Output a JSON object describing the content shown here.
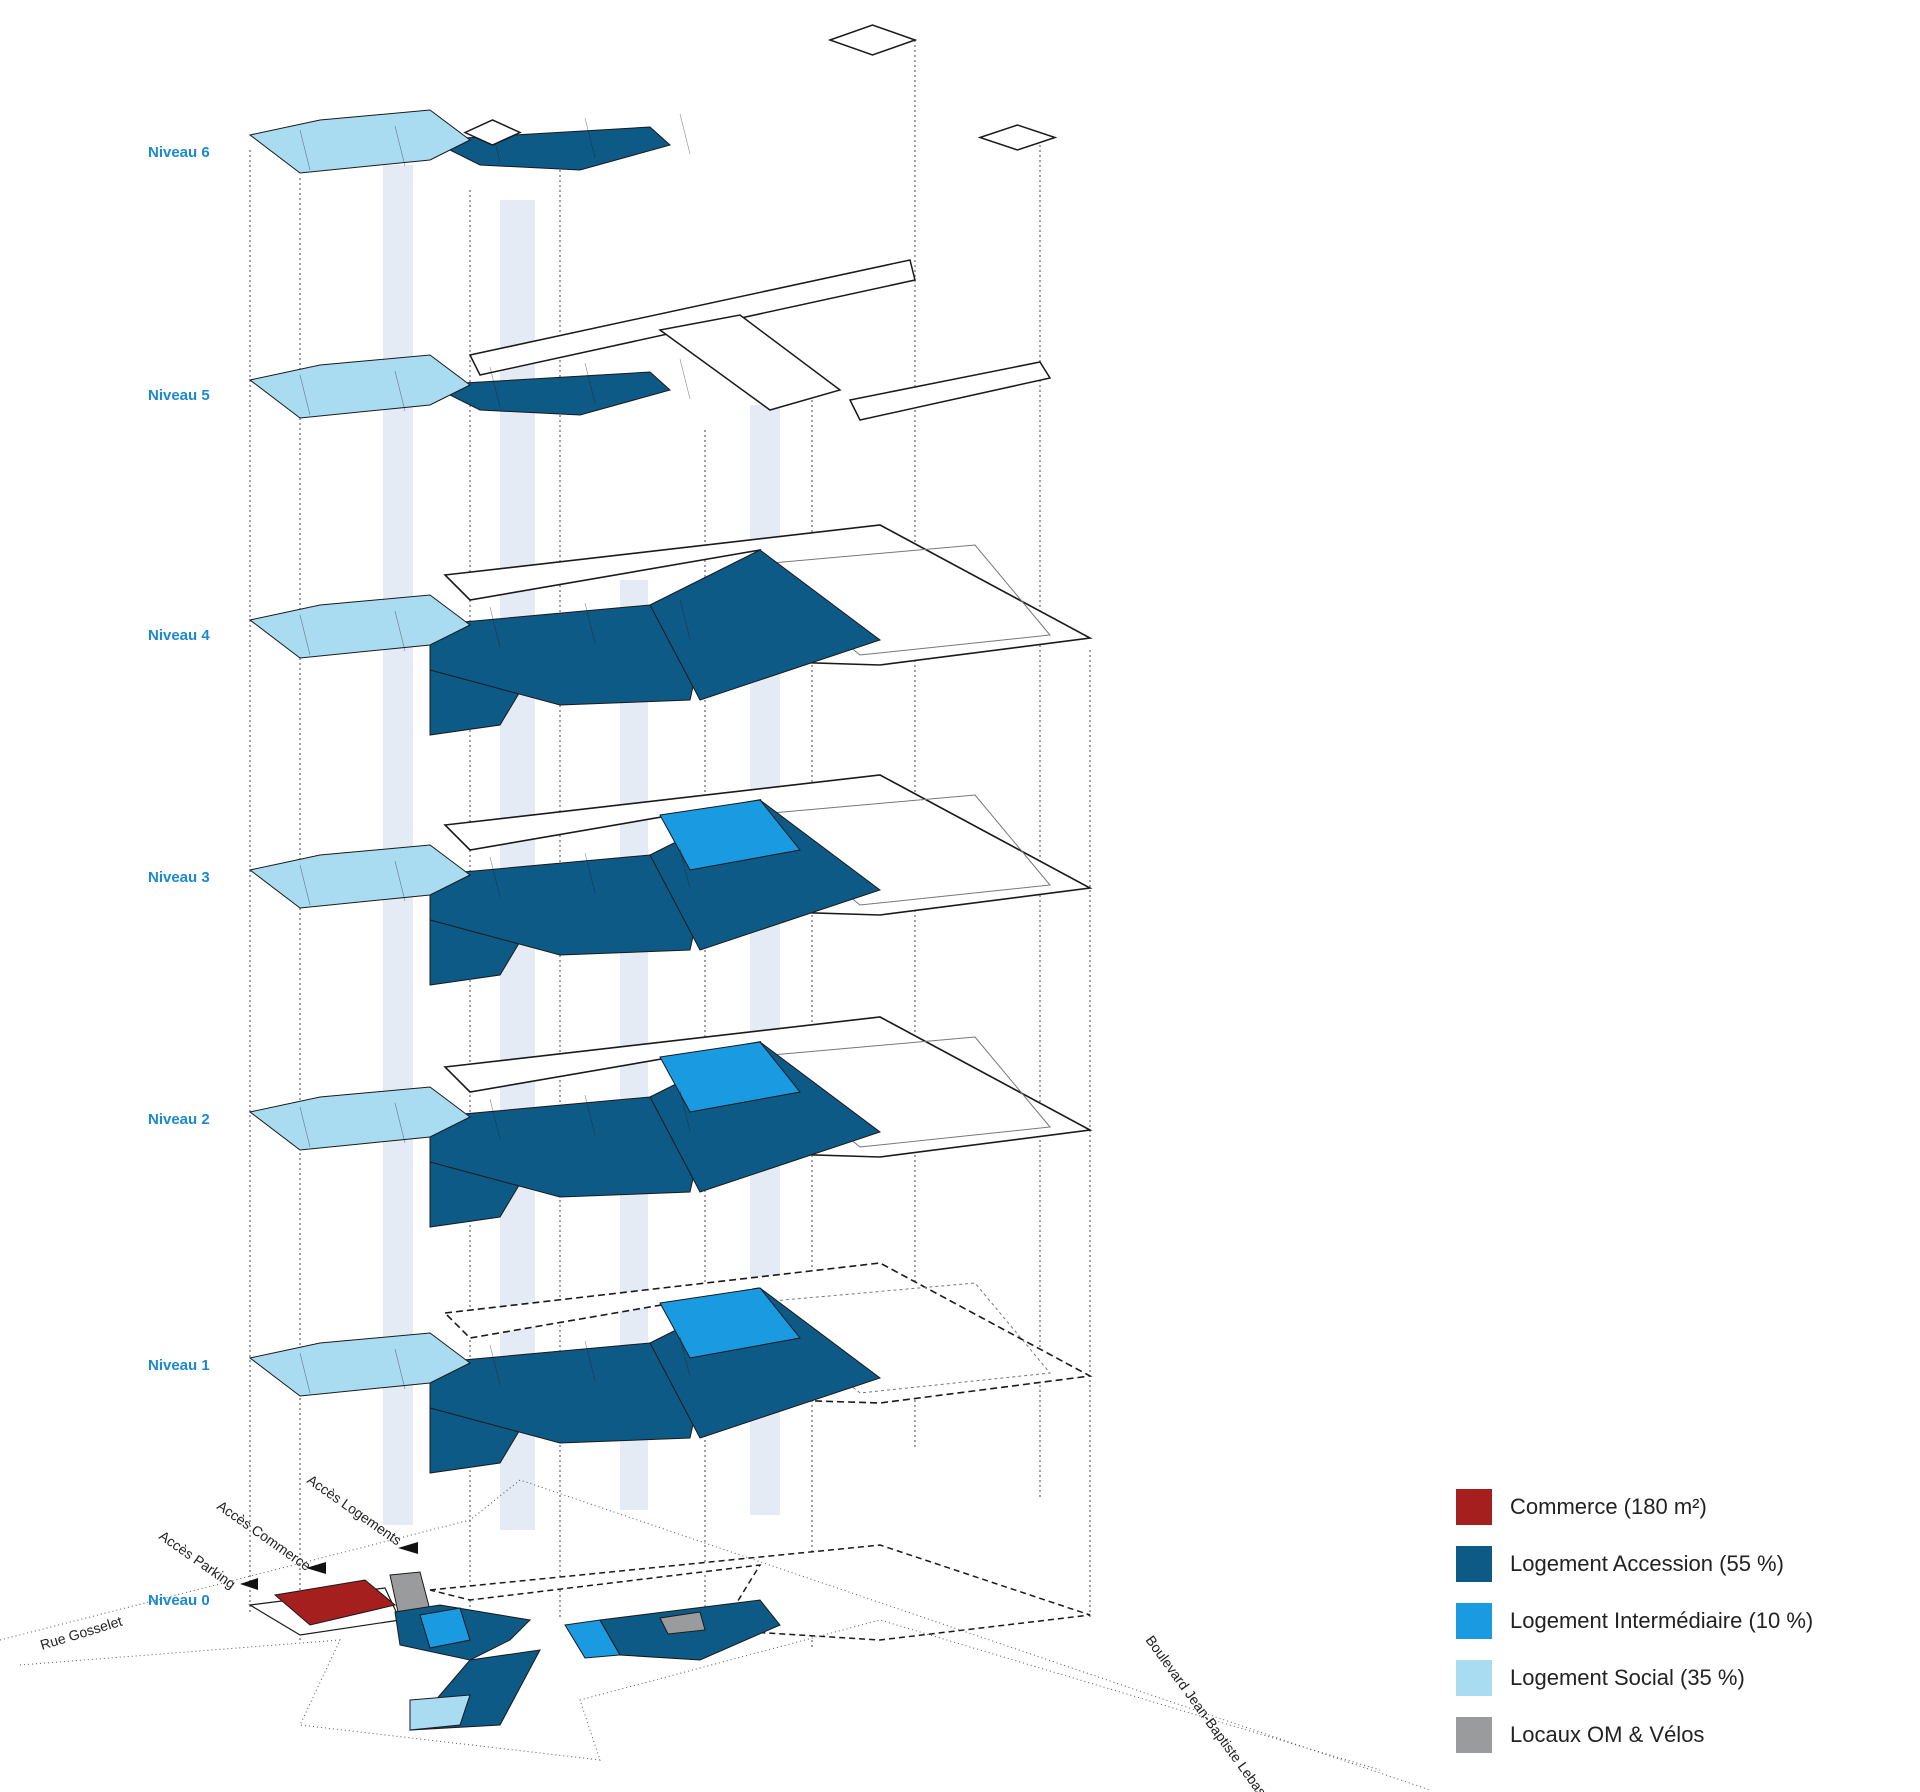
{
  "colors": {
    "commerce": "#a51f1f",
    "accession": "#0d5a86",
    "intermediaire": "#1a9ae0",
    "social": "#a9dbf1",
    "locaux": "#9a9b9d",
    "outline": "#1a1a1a",
    "level_label": "#1a8ad0",
    "shaft": "#dde6f1"
  },
  "levels": [
    "Niveau 6",
    "Niveau 5",
    "Niveau 4",
    "Niveau 3",
    "Niveau 2",
    "Niveau 1",
    "Niveau 0"
  ],
  "streets": {
    "rue": "Rue Gosselet",
    "boulevard": "Boulevard Jean-Baptiste Lebas"
  },
  "access": {
    "parking": "Accès Parking",
    "commerce": "Accès Commerce",
    "logements": "Accès Logements"
  },
  "legend": [
    {
      "label": "Commerce (180 m²)",
      "color": "#a51f1f"
    },
    {
      "label": "Logement Accession (55 %)",
      "color": "#0d5a86"
    },
    {
      "label": "Logement Intermédiaire (10 %)",
      "color": "#1a9ae0"
    },
    {
      "label": "Logement Social (35 %)",
      "color": "#a9dbf1"
    },
    {
      "label": "Locaux OM & Vélos",
      "color": "#9a9b9d"
    }
  ]
}
